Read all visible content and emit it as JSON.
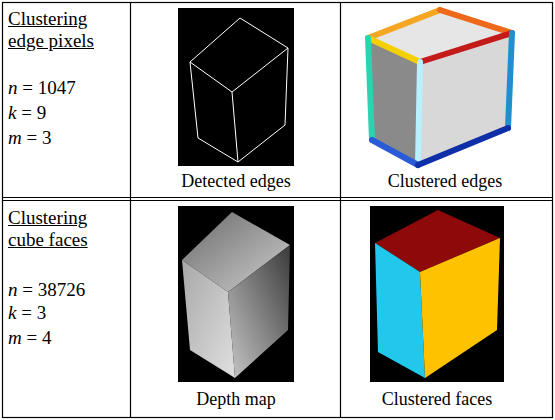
{
  "diagram": {
    "labels": [
      "Clustering edge pixels",
      "n = 1047",
      "k = 9",
      "m = 3",
      "Detected edges",
      "Clustered edges",
      "Clustering cube faces",
      "n = 38726",
      "k = 3",
      "m = 4",
      "Depth map",
      "Clustered faces"
    ]
  }
}
